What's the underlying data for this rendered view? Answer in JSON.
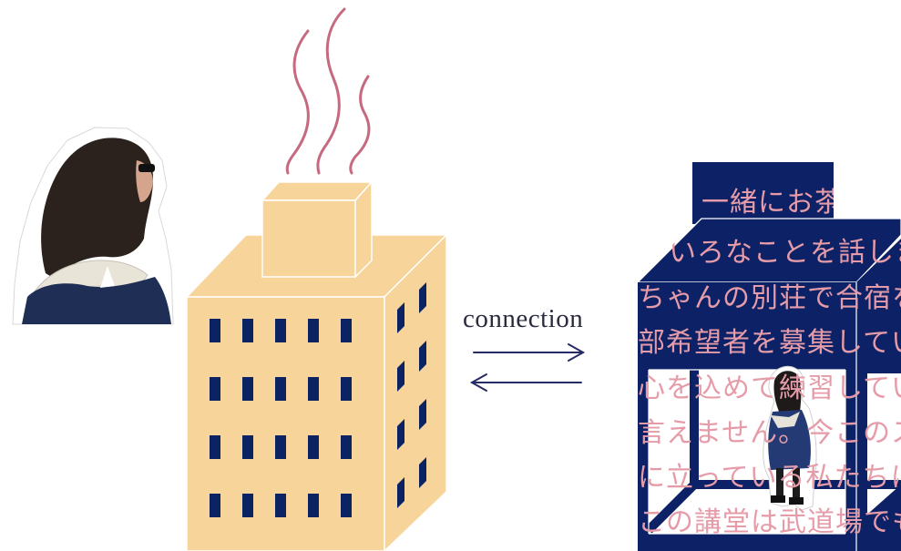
{
  "label": {
    "connection": "connection"
  },
  "right_building_text": [
    "一緒にお茶を",
    "いろなことを話しま",
    "ちゃんの別荘で合宿を",
    "部希望者を募集してい",
    "心を込めて練習してい",
    "言えません。今このス",
    "に立っている私たちに",
    "この講堂は武道場でも"
  ],
  "colors": {
    "building_fill": "#f7d49a",
    "building_side": "#f7d49a",
    "window": "#0c2363",
    "navy": "#0d2266",
    "smoke": "#c56a80",
    "arrow": "#262b66",
    "overlay_text": "#e59ca8"
  },
  "icons": [
    "girl-photo-left",
    "girl-photo-right",
    "smoke-lines",
    "double-arrow"
  ]
}
